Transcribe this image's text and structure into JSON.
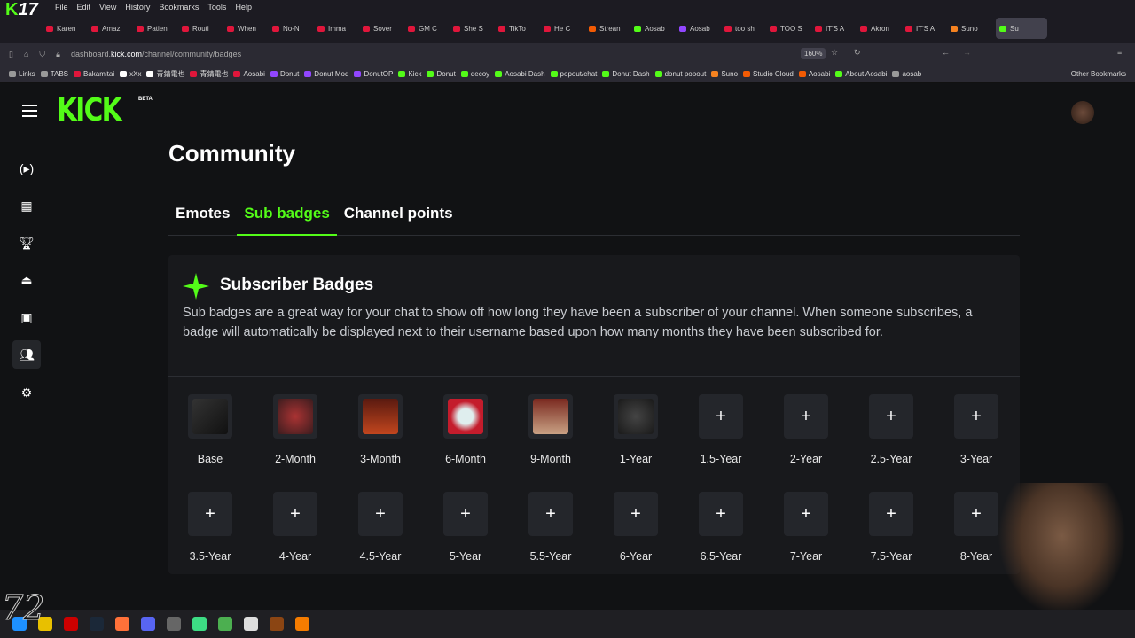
{
  "browser": {
    "menu": [
      "File",
      "Edit",
      "View",
      "History",
      "Bookmarks",
      "Tools",
      "Help"
    ],
    "tabs": [
      "Karen",
      "Amaz",
      "Patien",
      "Routi",
      "When",
      "No-N",
      "Imma",
      "Sover",
      "GM C",
      "She S",
      "TikTo",
      "He C",
      "Strean",
      "Aosab",
      "Aosab",
      "too sh",
      "TOO S",
      "IT'S A",
      "Akron",
      "IT'S A",
      "Suno",
      "Su"
    ],
    "url_prefix": "dashboard.",
    "url_domain": "kick.com",
    "url_path": "/channel/community/badges",
    "zoom": "160%",
    "bookmarks": [
      "Links",
      "TABS",
      "Bakamitai",
      "xXx",
      "青錆電也",
      "青錆電也",
      "Aosabi",
      "Donut",
      "Donut Mod",
      "DonutOP",
      "Kick",
      "Donut",
      "decoy",
      "Aosabi Dash",
      "popout/chat",
      "Donut Dash",
      "donut popout",
      "Suno",
      "Studio Cloud",
      "Aosabi",
      "About Aosabi",
      "aosab"
    ],
    "other_bookmarks": "Other Bookmarks"
  },
  "overlay": {
    "k": "K",
    "num": "17",
    "logo72": "72"
  },
  "header": {
    "logo": "KICK",
    "beta": "BETA"
  },
  "page": {
    "title": "Community",
    "tabs": [
      "Emotes",
      "Sub badges",
      "Channel points"
    ],
    "card_title": "Subscriber Badges",
    "description": "Sub badges are a great way for your chat to show off how long they have been a subscriber of your channel. When someone subscribes, a badge will automatically be displayed next to their username based upon how many months they have been subscribed for.",
    "badges": [
      "Base",
      "2-Month",
      "3-Month",
      "6-Month",
      "9-Month",
      "1-Year",
      "1.5-Year",
      "2-Year",
      "2.5-Year",
      "3-Year",
      "3.5-Year",
      "4-Year",
      "4.5-Year",
      "5-Year",
      "5.5-Year",
      "6-Year",
      "6.5-Year",
      "7-Year",
      "7.5-Year",
      "8-Year"
    ],
    "add_symbol": "+"
  },
  "colors": {
    "accent": "#53fc18"
  }
}
